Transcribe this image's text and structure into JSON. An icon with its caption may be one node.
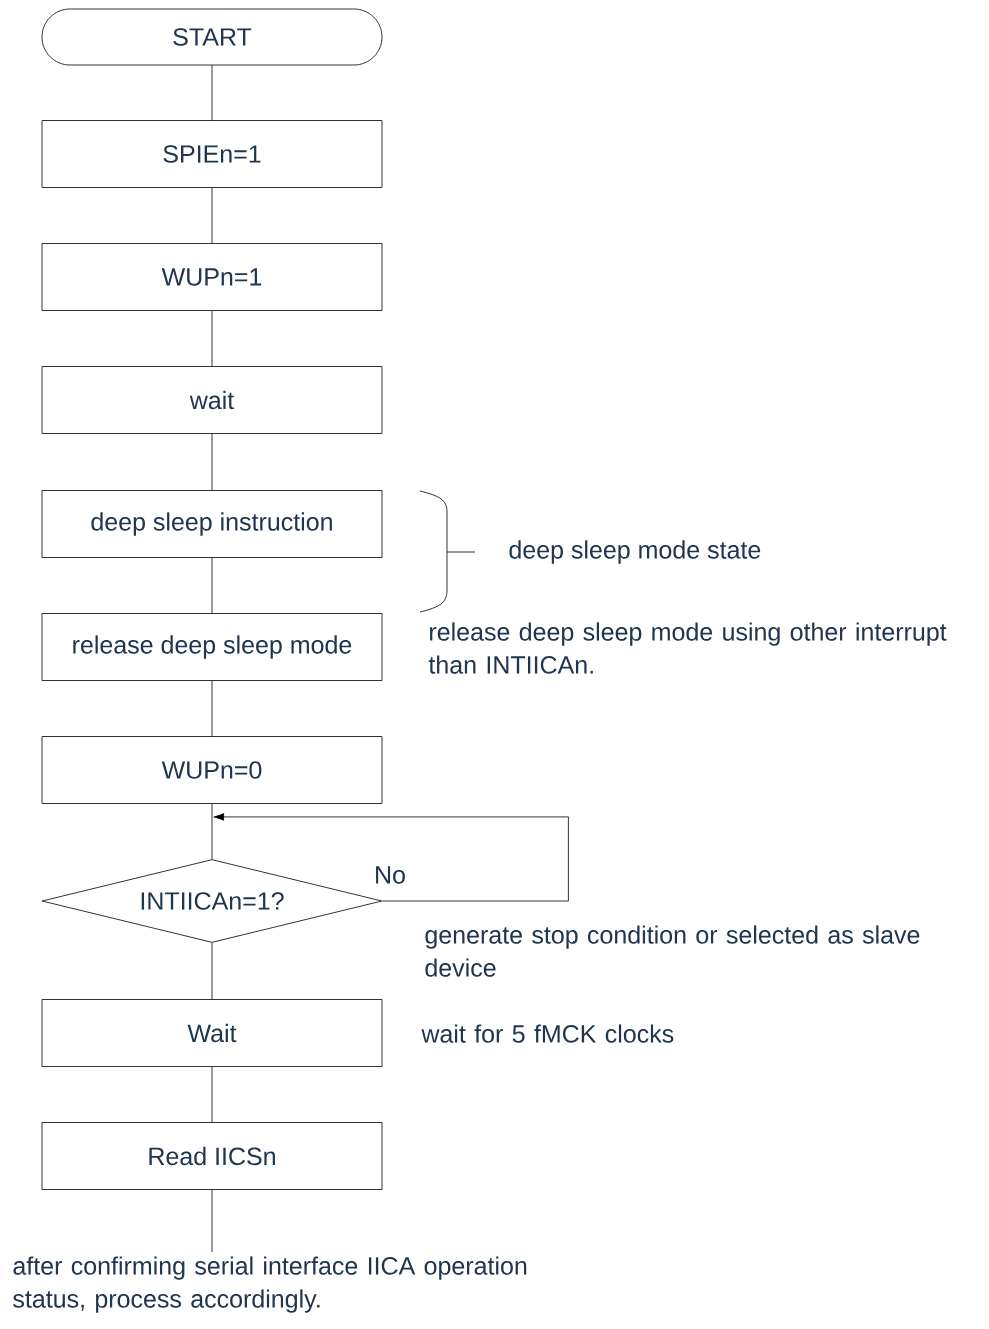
{
  "diagram": {
    "nodes": [
      {
        "text": [
          "START"
        ]
      },
      {
        "text": [
          "SPIEn=1"
        ]
      },
      {
        "text": [
          "WUPn=1"
        ]
      },
      {
        "text": [
          "wait"
        ]
      },
      {
        "text": [
          "deep sleep instruction"
        ]
      },
      {
        "text": [
          "release deep sleep mode"
        ],
        "beside": [
          "release deep sleep mode using other interrupt than INTIICAn."
        ]
      },
      {
        "text": [
          "WUPn=0"
        ]
      },
      {
        "text": [
          "INTIICAn=1?"
        ],
        "beside": [
          "generate stop condition or selected as slave device"
        ]
      },
      {
        "text": [
          "Wait"
        ],
        "beside": [
          "wait for 5 fMCK clocks"
        ]
      },
      {
        "text": [
          "Read IICSn"
        ]
      },
      {
        "text": [
          "after confirming serial interface IICA operation status, process accordingly."
        ]
      }
    ],
    "edges": [
      {
        "from": 0,
        "to": 1,
        "arrow": "none"
      },
      {
        "from": 1,
        "to": 2,
        "arrow": "none"
      },
      {
        "from": 2,
        "to": 3,
        "arrow": "none"
      },
      {
        "from": 3,
        "to": 4,
        "arrow": "none"
      },
      {
        "from": 4,
        "to": 5,
        "arrow": "none"
      },
      {
        "from": 5,
        "to": 6,
        "arrow": "none"
      },
      {
        "from": 6,
        "to": 7,
        "arrow": "none"
      },
      {
        "from": 7,
        "to": 6,
        "label": "No",
        "arrow": "to"
      },
      {
        "from": 7,
        "to": 8,
        "arrow": "none"
      },
      {
        "from": 8,
        "to": 9,
        "arrow": "none"
      },
      {
        "from": 9,
        "to": 10,
        "arrow": "none"
      }
    ],
    "labels": [
      "deep sleep mode state"
    ]
  }
}
